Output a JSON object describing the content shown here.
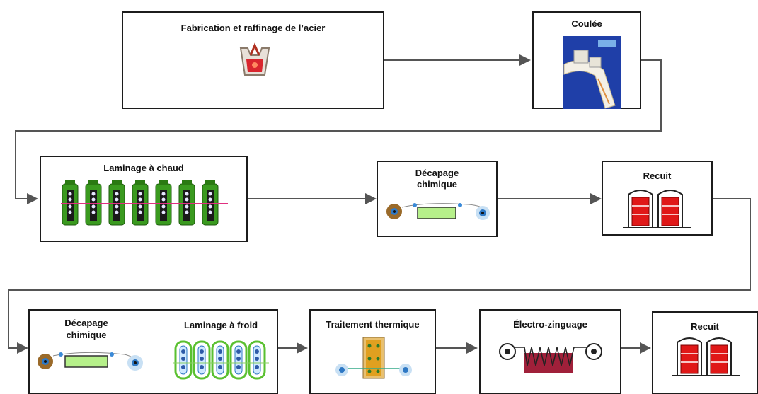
{
  "steps": {
    "fabrication": "Fabrication et raffinage de l’acier",
    "coulee": "Coulée",
    "laminage_chaud": "Laminage à chaud",
    "decapage1": [
      "Décapage",
      "chimique"
    ],
    "recuit1": "Recuit",
    "decapage2": [
      "Décapage",
      "chimique"
    ],
    "laminage_froid": "Laminage à froid",
    "traitement": "Traitement thermique",
    "electro": "Électro-zinguage",
    "recuit2": "Recuit"
  },
  "colors": {
    "line": "#555555",
    "box_border": "#1c1c1c",
    "furnace_red": "#d9262e",
    "stand_green": "#3a9a1f",
    "bath_green": "#b6f08a",
    "coil_blue": "#2e78c4",
    "coil_brown": "#9a6a2a",
    "zinc_red": "#a0203a",
    "heat_orange": "#e0a020"
  },
  "icons": [
    "furnace-icon",
    "casting-icon",
    "rolling-stands-icon",
    "pickling-icon",
    "annealing-furnace-icon",
    "cold-rolling-icon",
    "heat-treatment-icon",
    "electro-galvanizing-icon"
  ]
}
